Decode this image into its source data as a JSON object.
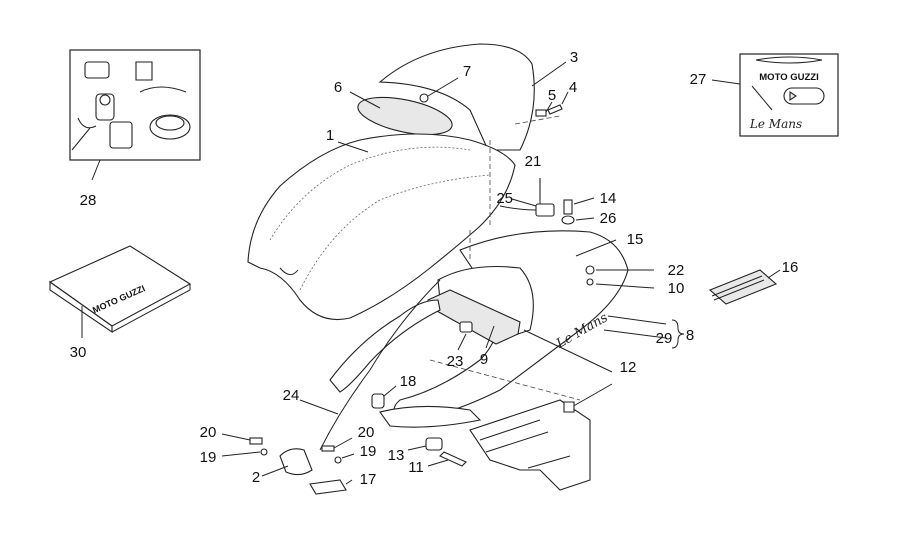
{
  "callouts": {
    "c1": "1",
    "c2": "2",
    "c3": "3",
    "c4": "4",
    "c5": "5",
    "c6": "6",
    "c7": "7",
    "c8": "8",
    "c9": "9",
    "c10": "10",
    "c11": "11",
    "c12": "12",
    "c13": "13",
    "c14": "14",
    "c15": "15",
    "c16": "16",
    "c17": "17",
    "c18": "18",
    "c19a": "19",
    "c19b": "19",
    "c20a": "20",
    "c20b": "20",
    "c21": "21",
    "c22": "22",
    "c23": "23",
    "c24": "24",
    "c25": "25",
    "c26": "26",
    "c27": "27",
    "c28": "28",
    "c29": "29",
    "c30": "30"
  },
  "decals": {
    "brand_logo_box": "MOTO GUZZI",
    "script_box": "Le Mans",
    "manual_logo": "MOTO GUZZI",
    "tail_script": "Le Mans"
  }
}
